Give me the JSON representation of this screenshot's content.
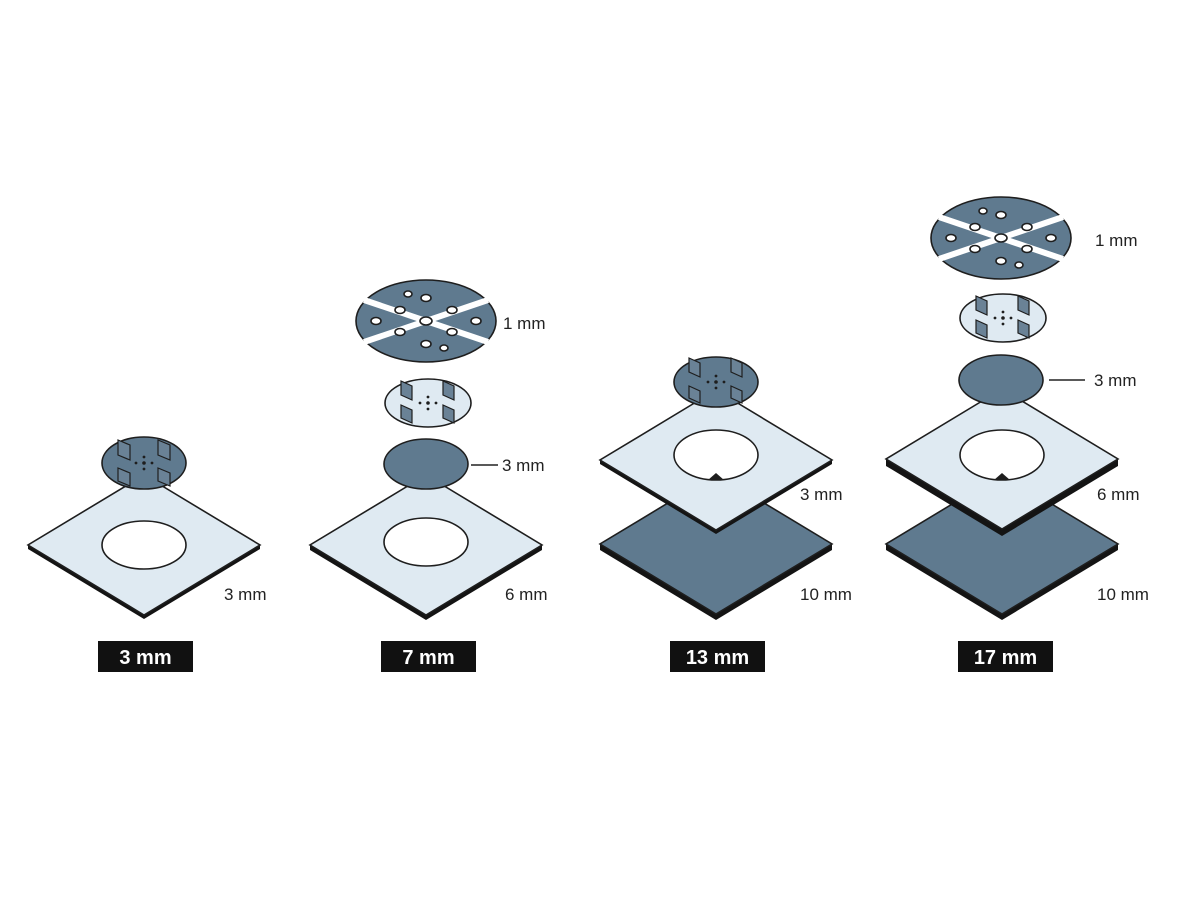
{
  "assemblies": [
    {
      "total": "3 mm",
      "layers": [
        {
          "label": "3 mm"
        }
      ]
    },
    {
      "total": "7 mm",
      "layers": [
        {
          "label": "6 mm"
        },
        {
          "label": "3 mm"
        },
        {
          "label": "1 mm"
        }
      ]
    },
    {
      "total": "13 mm",
      "layers": [
        {
          "label": "10 mm"
        },
        {
          "label": "3 mm"
        }
      ]
    },
    {
      "total": "17 mm",
      "layers": [
        {
          "label": "10 mm"
        },
        {
          "label": "6 mm"
        },
        {
          "label": "3 mm"
        },
        {
          "label": "1 mm"
        }
      ]
    }
  ],
  "colors": {
    "light_plate": "#dfeaf2",
    "dark_plate": "#5f7a8f",
    "outline": "#1e1e1e",
    "label_box": "#111111"
  }
}
